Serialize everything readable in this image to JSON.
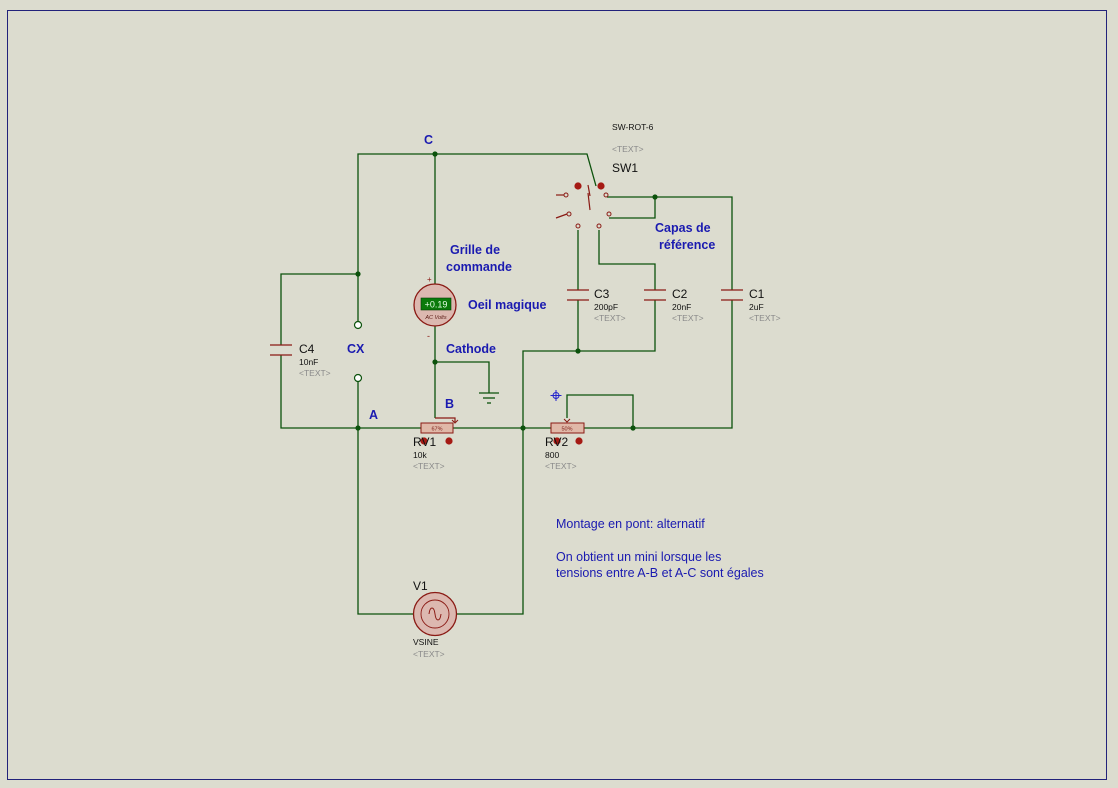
{
  "diagram": {
    "nodes": {
      "c": "C",
      "a": "A",
      "b": "B",
      "cx": "CX"
    },
    "labels": {
      "grille_1": "Grille de",
      "grille_2": "commande",
      "oeil": "Oeil magique",
      "cathode": "Cathode",
      "capas_1": "Capas de",
      "capas_2": "référence"
    },
    "components": {
      "sw1": {
        "part": "SW-ROT-6",
        "ref": "SW1",
        "text": "<TEXT>"
      },
      "c1": {
        "ref": "C1",
        "value": "2uF",
        "text": "<TEXT>"
      },
      "c2": {
        "ref": "C2",
        "value": "20nF",
        "text": "<TEXT>"
      },
      "c3": {
        "ref": "C3",
        "value": "200pF",
        "text": "<TEXT>"
      },
      "c4": {
        "ref": "C4",
        "value": "10nF",
        "text": "<TEXT>"
      },
      "rv1": {
        "ref": "RV1",
        "value": "10k",
        "text": "<TEXT>",
        "wiper": "67%"
      },
      "rv2": {
        "ref": "RV2",
        "value": "800",
        "text": "<TEXT>",
        "wiper": "50%"
      },
      "v1": {
        "ref": "V1",
        "value": "VSINE",
        "text": "<TEXT>"
      },
      "meter": {
        "reading": "+0.19",
        "unit": "AC Volts",
        "plus": "+",
        "minus": "-"
      }
    },
    "notes": {
      "line1": "Montage en pont: alternatif",
      "line2": "On obtient un mini lorsque les",
      "line3": "tensions entre A-B et A-C sont égales"
    }
  }
}
